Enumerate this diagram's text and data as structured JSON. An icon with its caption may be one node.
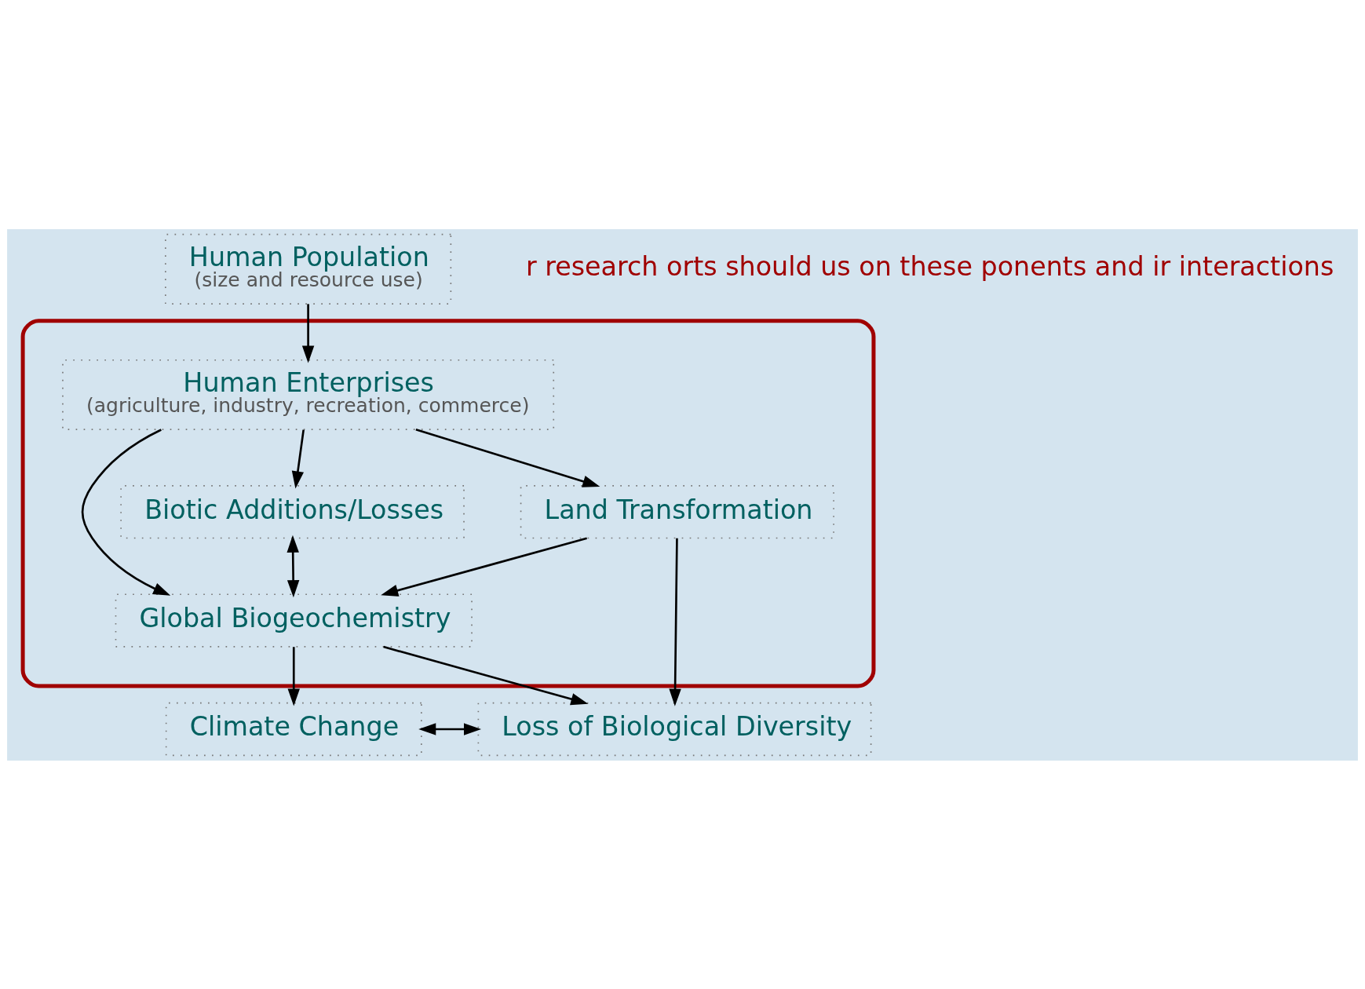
{
  "diagram": {
    "nodes": [
      {
        "text": [
          "Human Population",
          "(size and resource use)"
        ]
      },
      {
        "text": [],
        "shape": "ellipse"
      },
      {
        "text": [
          "Human Enterprises",
          "(agriculture, industry, recreation, commerce)"
        ],
        "in": 1
      },
      {
        "text": [
          "Land Transformation"
        ],
        "in": 1
      },
      {
        "text": [
          "Global Biogeochemistry"
        ],
        "in": 1
      },
      {
        "text": [
          "Biotic Additions/Losses"
        ],
        "in": 1
      },
      {
        "text": [
          "Climate Change"
        ]
      },
      {
        "text": [
          "Loss of Biological Diversity"
        ]
      }
    ],
    "edges": [
      {
        "from": 0,
        "to": 2,
        "arrow": "to"
      },
      {
        "from": 2,
        "to": 3,
        "arrow": "to"
      },
      {
        "from": 2,
        "to": 4,
        "arrow": "to"
      },
      {
        "from": 2,
        "to": 5,
        "arrow": "to"
      },
      {
        "from": 3,
        "to": 4,
        "arrow": "to"
      },
      {
        "from": 4,
        "to": 5,
        "arrow": "both"
      },
      {
        "from": 3,
        "to": 7,
        "arrow": "to"
      },
      {
        "from": 4,
        "to": 6,
        "arrow": "to"
      },
      {
        "from": 4,
        "to": 7,
        "arrow": "to"
      },
      {
        "from": 6,
        "to": 7,
        "arrow": "both"
      }
    ],
    "labels": [
      "r research orts should us on these ponents and ir interactions"
    ]
  }
}
